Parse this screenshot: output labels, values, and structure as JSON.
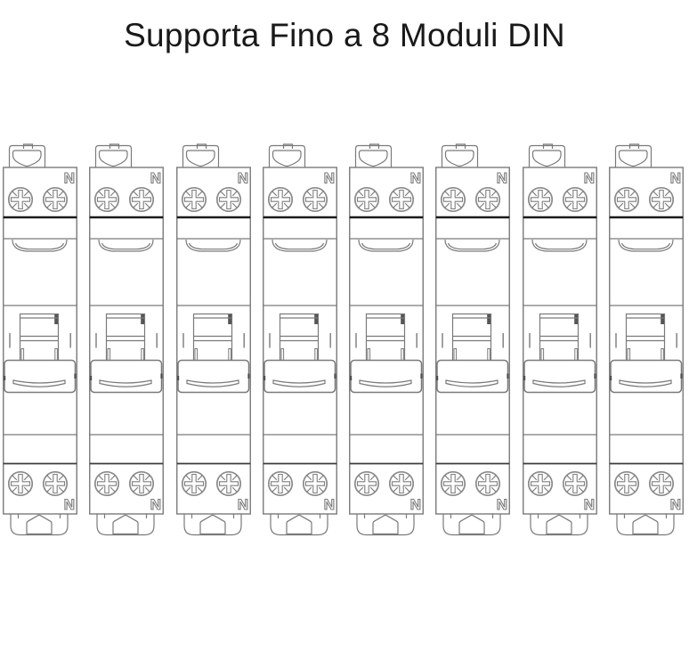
{
  "title": "Supporta Fino a 8 Moduli DIN",
  "illustration": {
    "type": "technical-line-drawing",
    "subject": "DIN rail modular circuit breakers, front view",
    "module_count": 8,
    "colors": {
      "background": "#ffffff",
      "line": "#7a7a7a",
      "dark_line": "#1a1a1a",
      "notch_fill": "#555555",
      "title_text": "#191919"
    }
  },
  "modules": [
    {
      "id": 1,
      "label_top": "N",
      "label_bottom": "N"
    },
    {
      "id": 2,
      "label_top": "N",
      "label_bottom": "N"
    },
    {
      "id": 3,
      "label_top": "N",
      "label_bottom": "N"
    },
    {
      "id": 4,
      "label_top": "N",
      "label_bottom": "N"
    },
    {
      "id": 5,
      "label_top": "N",
      "label_bottom": "N"
    },
    {
      "id": 6,
      "label_top": "N",
      "label_bottom": "N"
    },
    {
      "id": 7,
      "label_top": "N",
      "label_bottom": "N"
    },
    {
      "id": 8,
      "label_top": "N",
      "label_bottom": "N"
    }
  ]
}
